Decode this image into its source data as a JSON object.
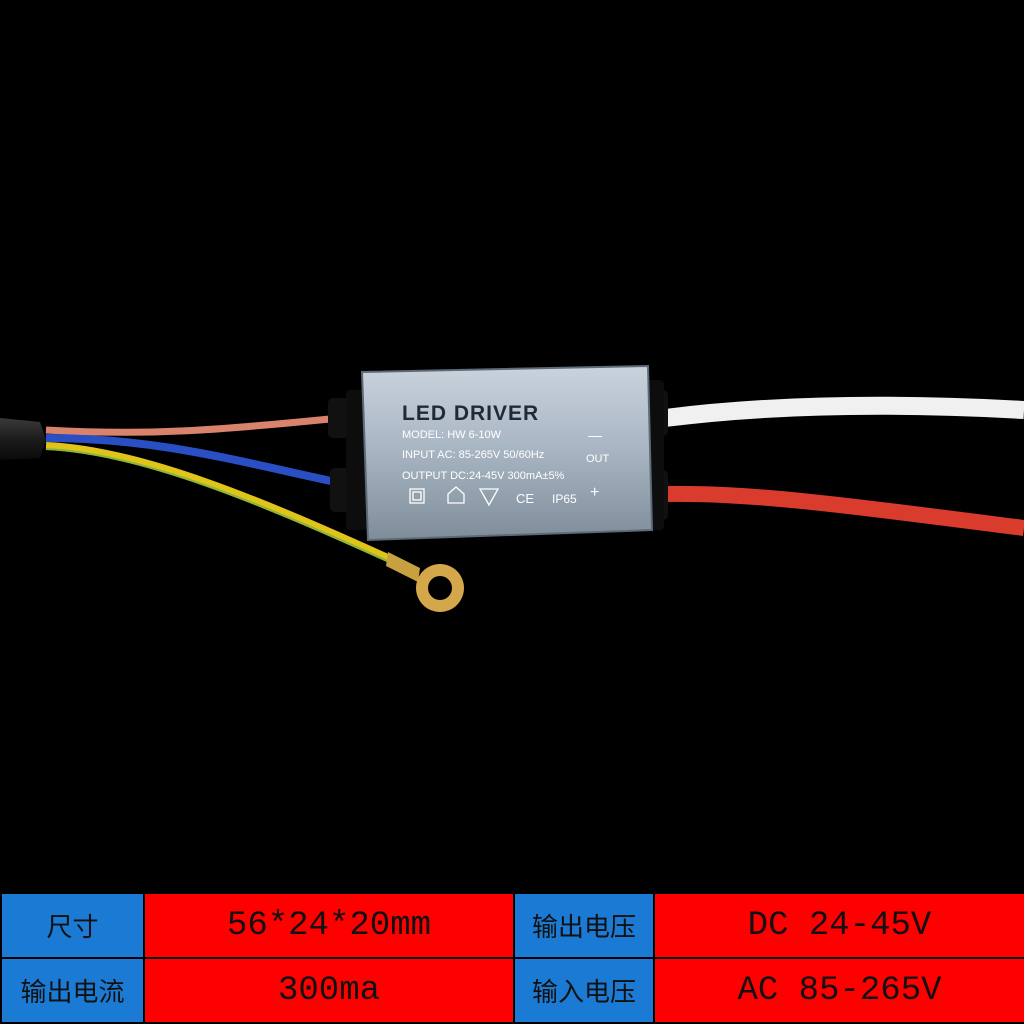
{
  "product_label": {
    "title": "LED DRIVER",
    "model": "MODEL: HW 6-10W",
    "input": "INPUT AC: 85-265V  50/60Hz",
    "output": "OUTPUT DC:24-45V 300mA±5%",
    "rating": "IP65",
    "out_label": "OUT",
    "minus": "—",
    "plus": "+"
  },
  "colors": {
    "label_cell": "#1a7ad4",
    "value_cell": "#ff0000",
    "wire_red": "#d93c2c",
    "wire_white": "#f0f0f0",
    "wire_blue": "#2a4fc4",
    "wire_yellow": "#e0c41a"
  },
  "spec_table": {
    "rows": [
      [
        {
          "label": "尺寸",
          "value": "56*24*20mm"
        },
        {
          "label": "输出电压",
          "value": "DC 24-45V"
        }
      ],
      [
        {
          "label": "输出电流",
          "value": "300ma"
        },
        {
          "label": "输入电压",
          "value": "AC 85-265V"
        }
      ]
    ]
  }
}
